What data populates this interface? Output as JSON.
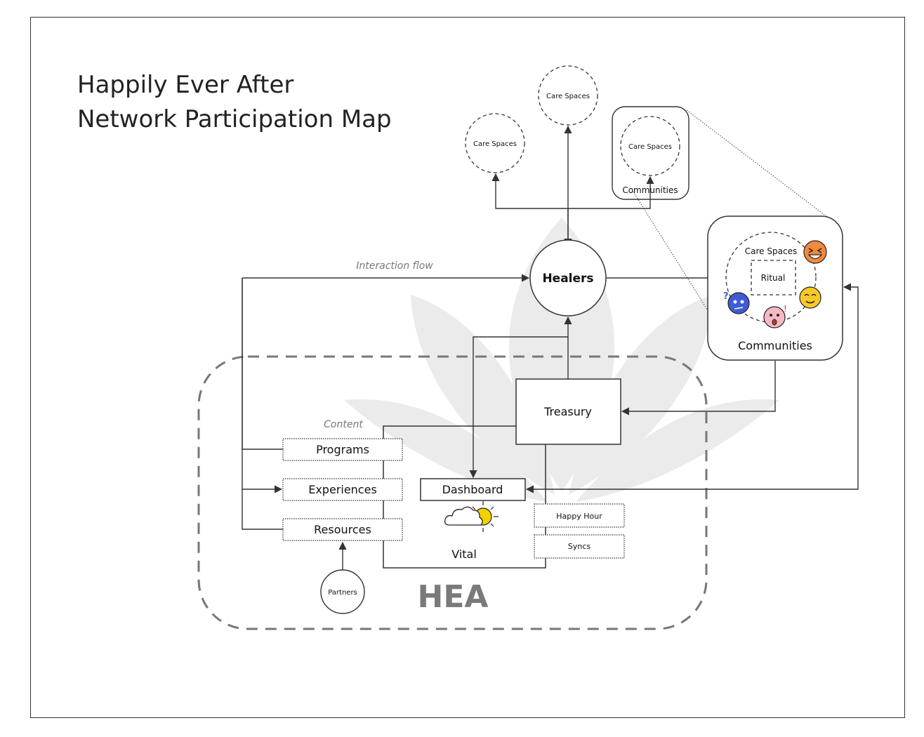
{
  "title": {
    "line1": "Happily Ever After",
    "line2": "Network Participation Map"
  },
  "nodes": {
    "healers": "Healers",
    "treasury": "Treasury",
    "dashboard": "Dashboard",
    "vital": "Vital",
    "partners": "Partners",
    "care_spaces_left": "Care Spaces",
    "care_spaces_top": "Care Spaces",
    "care_spaces_small": "Care Spaces",
    "communities_small": "Communities",
    "communities_large": "Communities",
    "care_spaces_large": "Care Spaces",
    "ritual": "Ritual",
    "hea": "HEA"
  },
  "content": {
    "label": "Content",
    "programs": "Programs",
    "experiences": "Experiences",
    "resources": "Resources"
  },
  "vital_items": {
    "happy_hour": "Happy Hour",
    "syncs": "Syncs"
  },
  "annotations": {
    "interaction_flow": "Interaction flow"
  },
  "colors": {
    "stroke": "#333333",
    "hea_boundary": "#777777",
    "watermark": "#ebebeb",
    "sun": "#f5d000",
    "emoji_orange": "#f08a3c",
    "emoji_yellow": "#f7c928",
    "emoji_pink": "#f7b8c4",
    "emoji_blue": "#3f5bd6"
  },
  "icons": {
    "watermark": "lotus-icon",
    "weather": "cloud-sun-icon",
    "emoji_1": "laughing-face-icon",
    "emoji_2": "content-face-icon",
    "emoji_3": "surprised-face-icon",
    "emoji_4": "confused-face-icon"
  }
}
